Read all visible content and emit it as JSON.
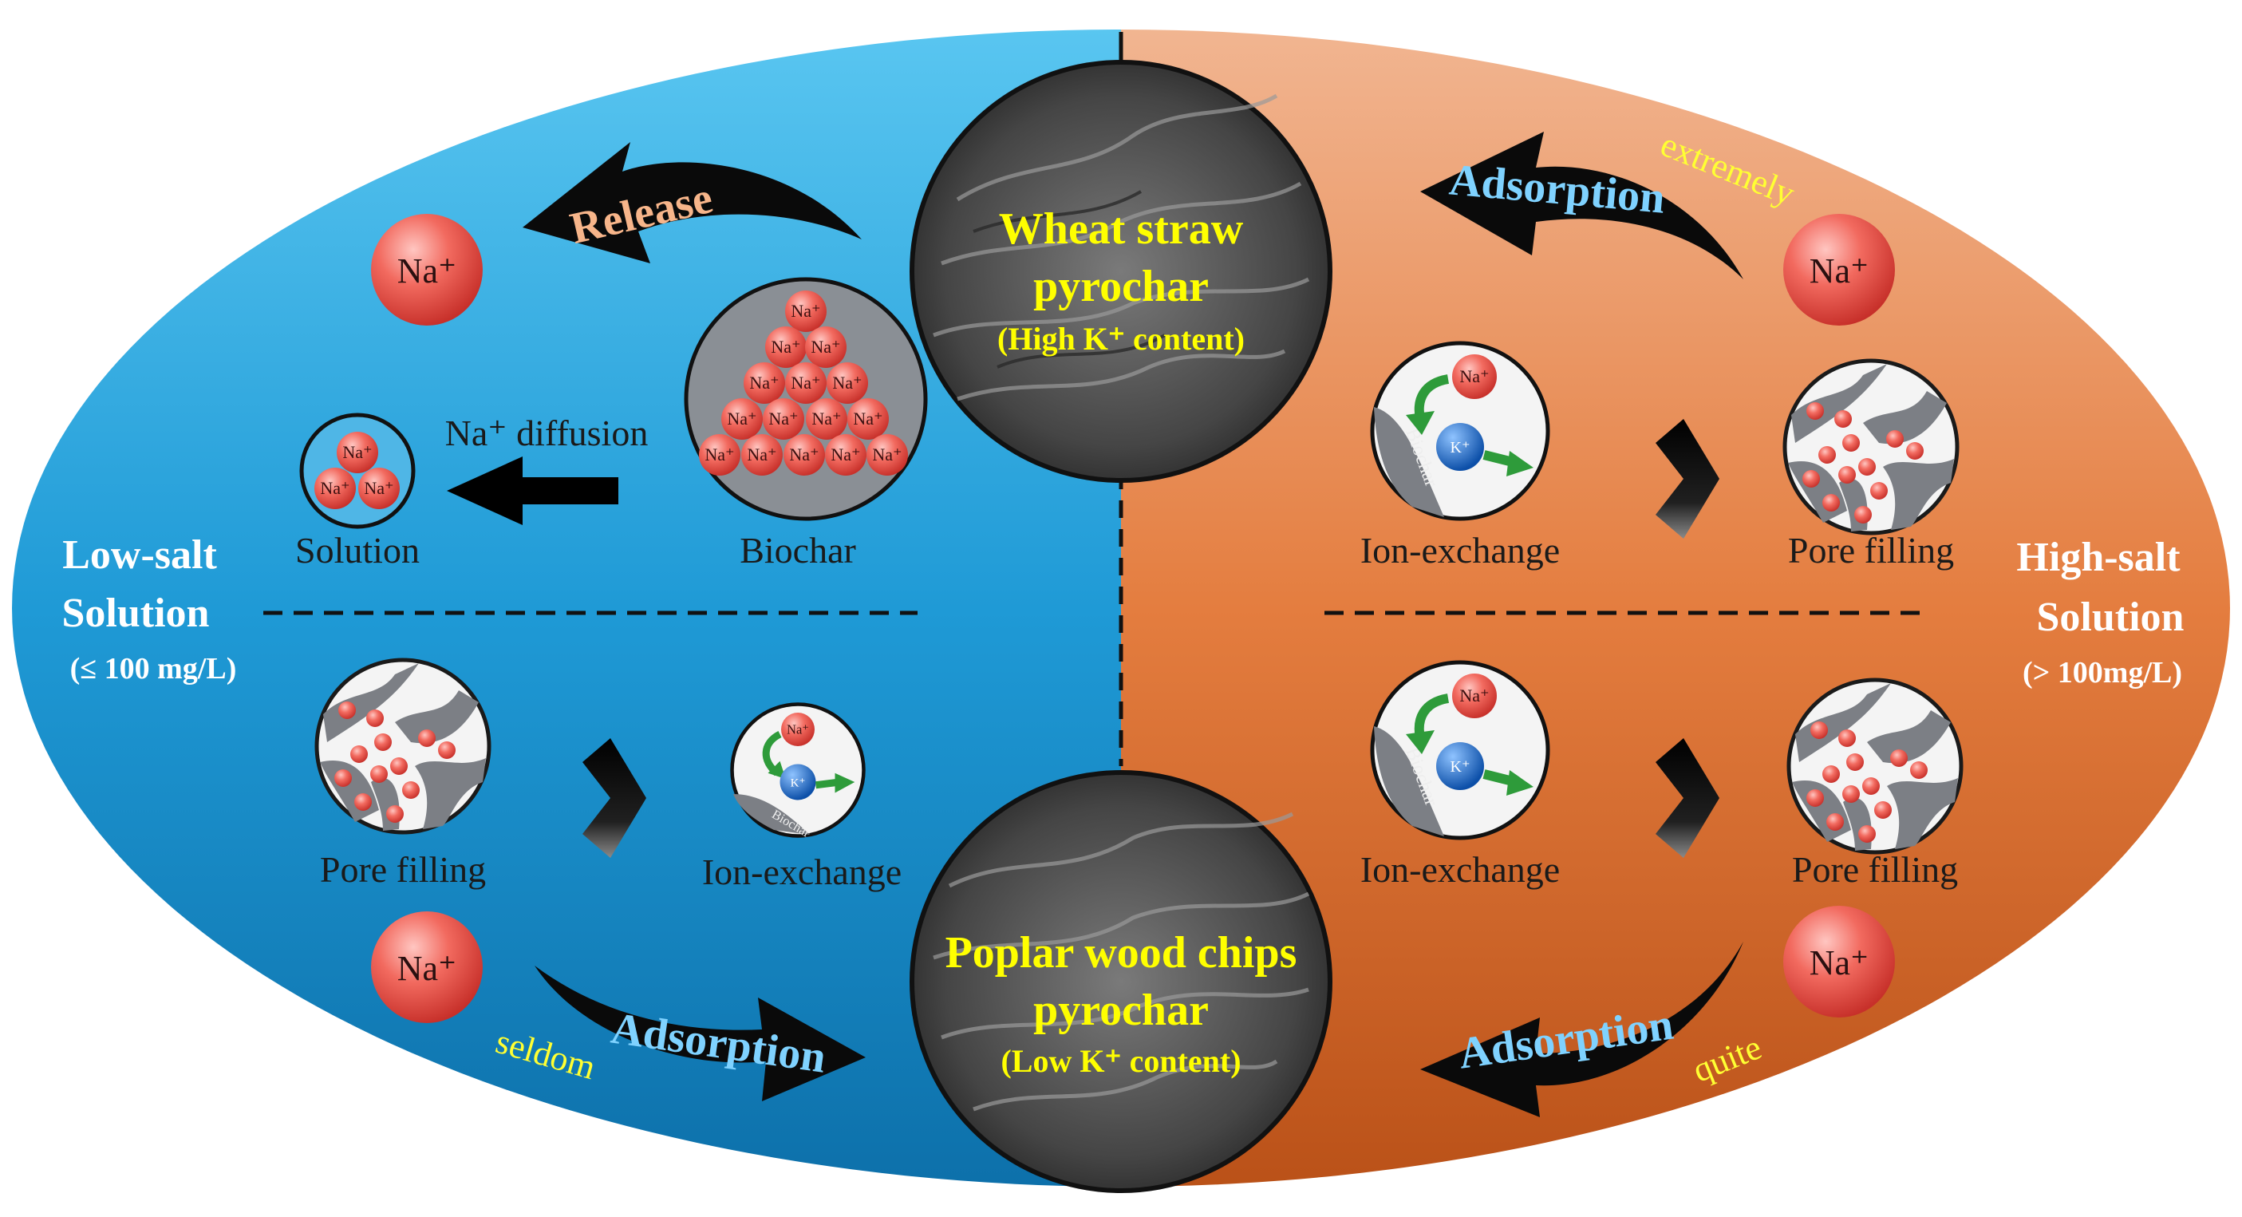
{
  "left_side": {
    "title_line1": "Low-salt",
    "title_line2": "Solution",
    "range": "(≤ 100 mg/L)"
  },
  "right_side": {
    "title_line1": "High-salt",
    "title_line2": "Solution",
    "range": "(> 100mg/L)"
  },
  "top_center": {
    "line1": "Wheat straw",
    "line2": "pyrochar",
    "line3": "(High K⁺ content)"
  },
  "bottom_center": {
    "line1": "Poplar wood chips",
    "line2": "pyrochar",
    "line3": "(Low K⁺ content)"
  },
  "arrows": {
    "release": "Release",
    "adsorption_top_right": "Adsorption",
    "adsorption_bottom_left": "Adsorption",
    "adsorption_bottom_right": "Adsorption"
  },
  "qualifiers": {
    "top_right": "extremely",
    "bottom_left": "seldom",
    "bottom_right": "quite"
  },
  "ion": {
    "label": "Na⁺",
    "small": "Na⁺",
    "k": "K⁺",
    "biochar": "Biochar"
  },
  "top_left": {
    "diffusion": "Na⁺ diffusion",
    "solution": "Solution",
    "biochar": "Biochar"
  },
  "top_right": {
    "ion_exchange": "Ion-exchange",
    "pore_filling": "Pore filling"
  },
  "bottom_left": {
    "pore_filling": "Pore filling",
    "ion_exchange": "Ion-exchange"
  },
  "bottom_right": {
    "ion_exchange": "Ion-exchange",
    "pore_filling": "Pore filling"
  },
  "colors": {
    "blue": "#1f9ad6",
    "orange": "#e07a3c",
    "ion_red": "#e0473f",
    "k_blue": "#1b6fd1",
    "accent_yellow": "#ffff00"
  }
}
